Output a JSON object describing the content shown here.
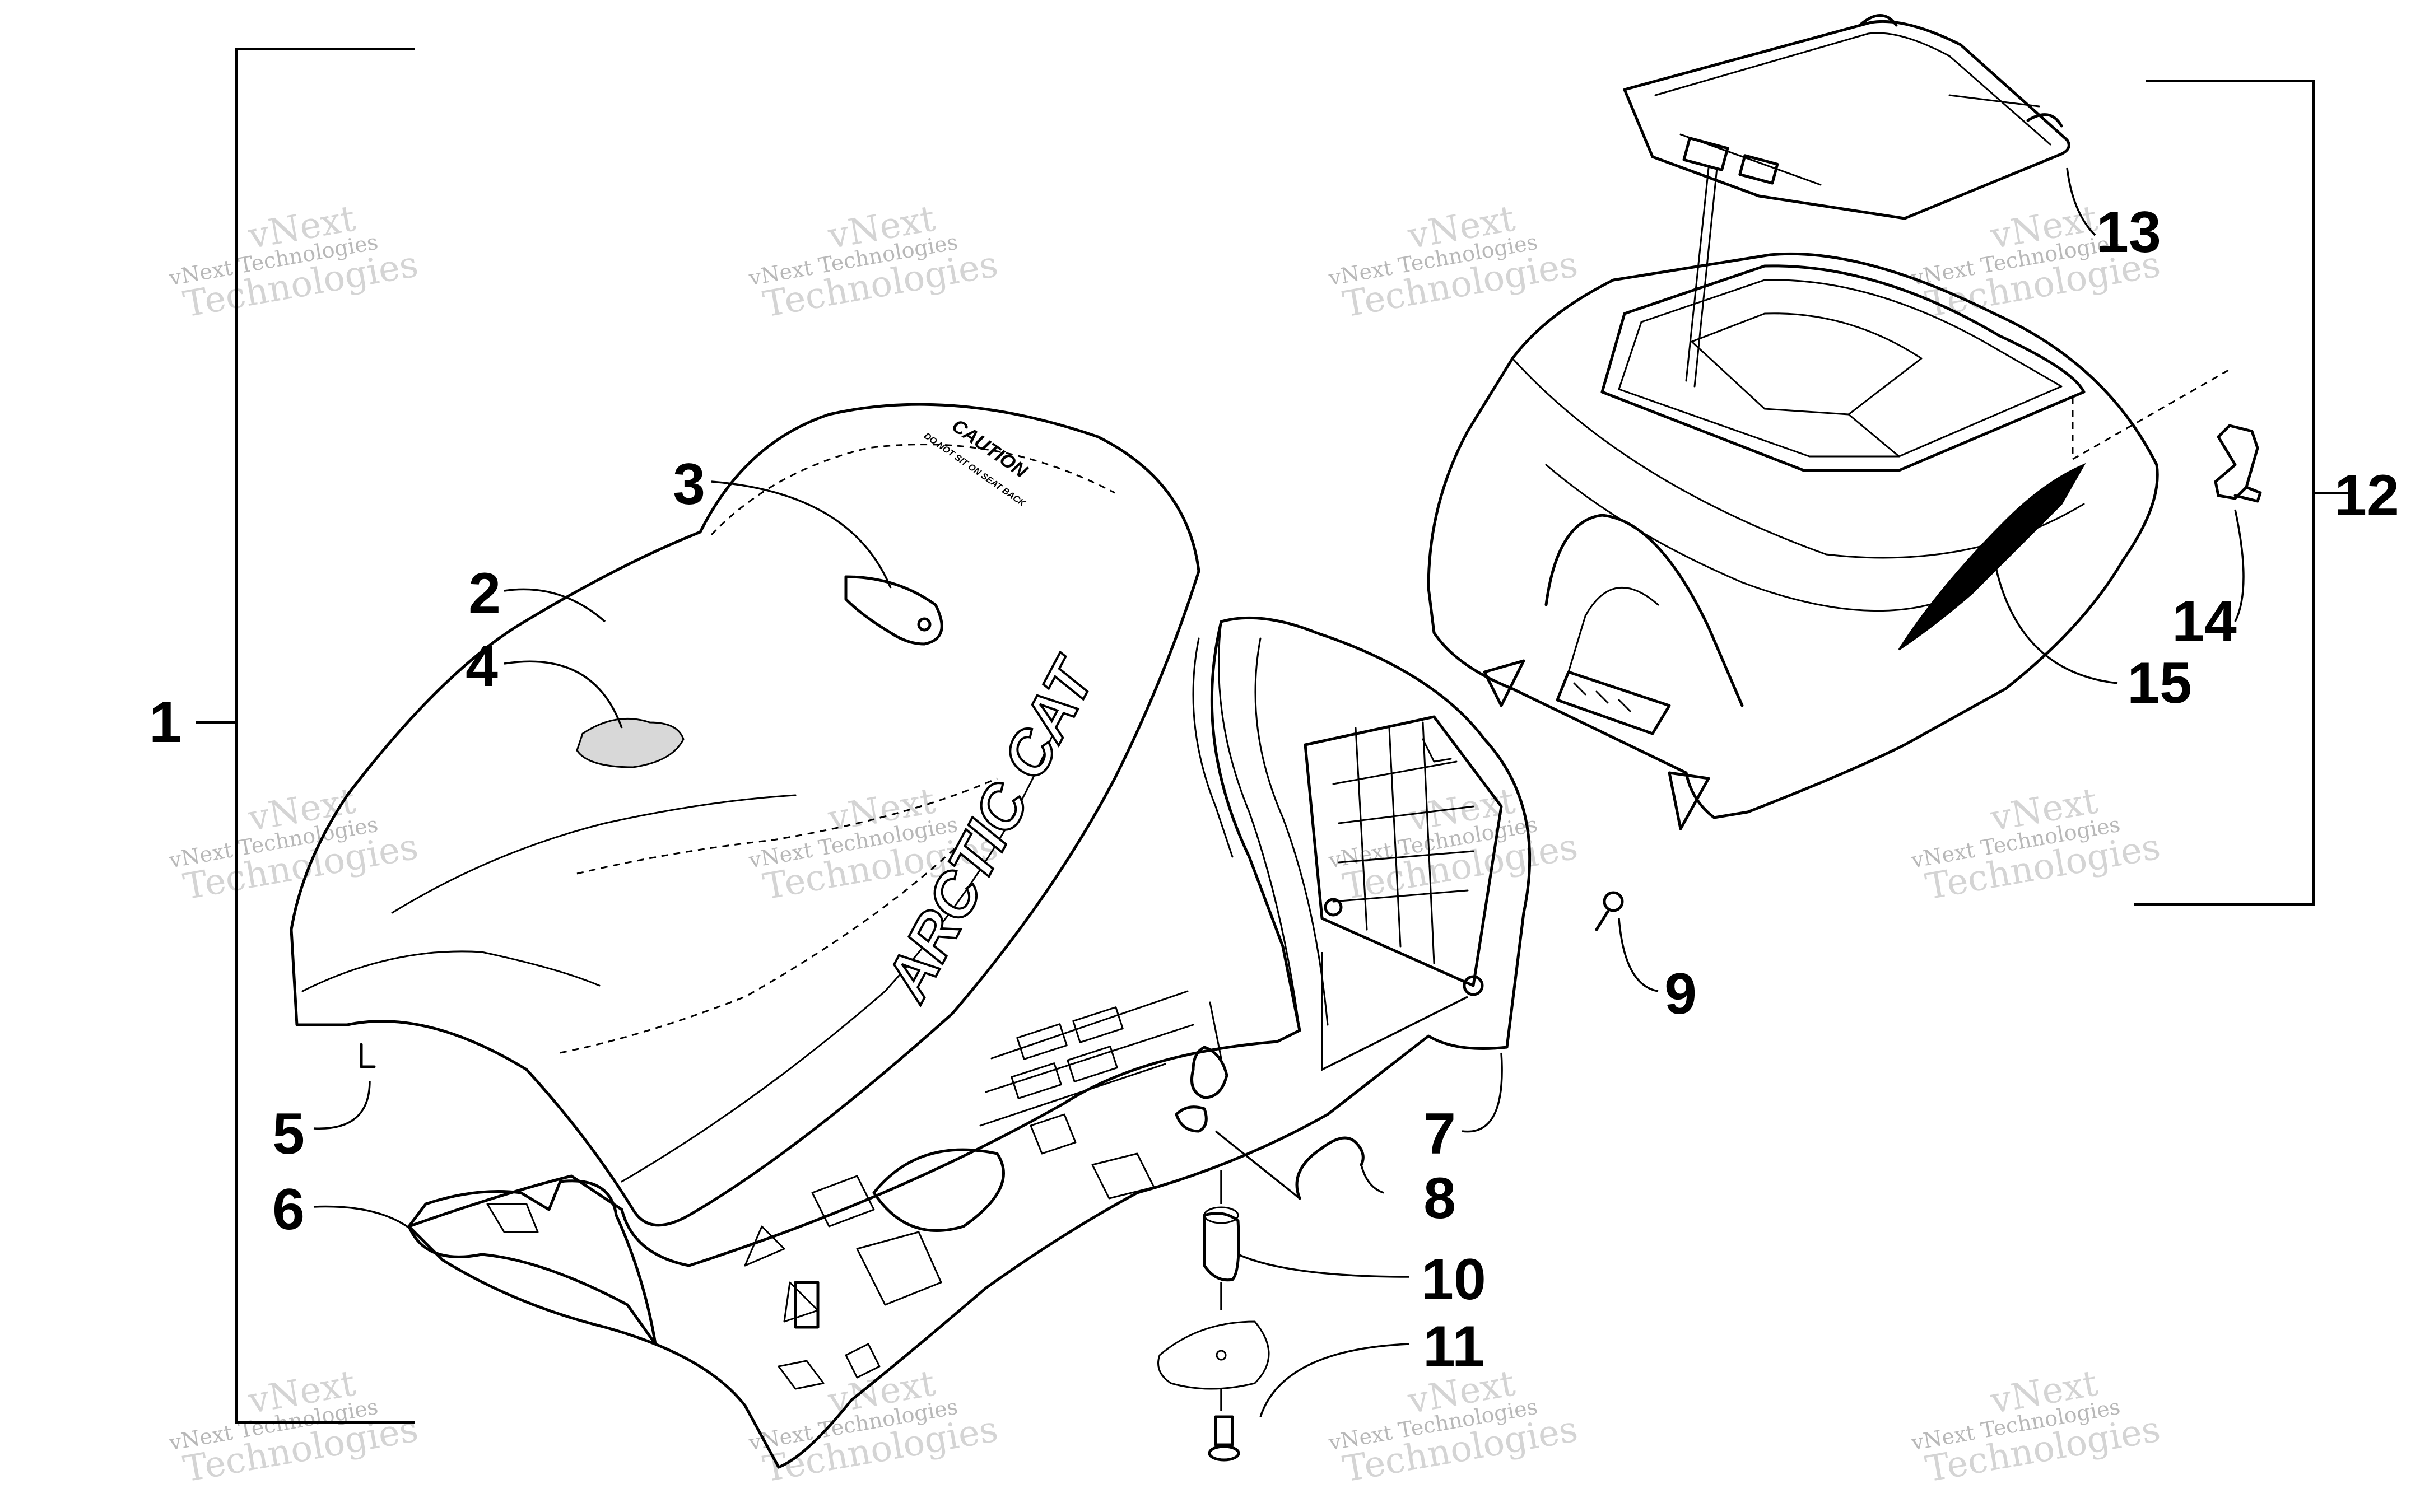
{
  "watermarks": [
    {
      "line1": "vNext Technologies",
      "line2": "Technologies",
      "line3": "vNext"
    }
  ],
  "decals": {
    "brand": "ARCTIC CAT",
    "caution_title": "CAUTION",
    "caution_text": "DO NOT SIT ON SEAT BACK"
  },
  "callouts": [
    "1",
    "2",
    "3",
    "4",
    "5",
    "6",
    "7",
    "8",
    "9",
    "10",
    "11",
    "12",
    "13",
    "14",
    "15"
  ]
}
